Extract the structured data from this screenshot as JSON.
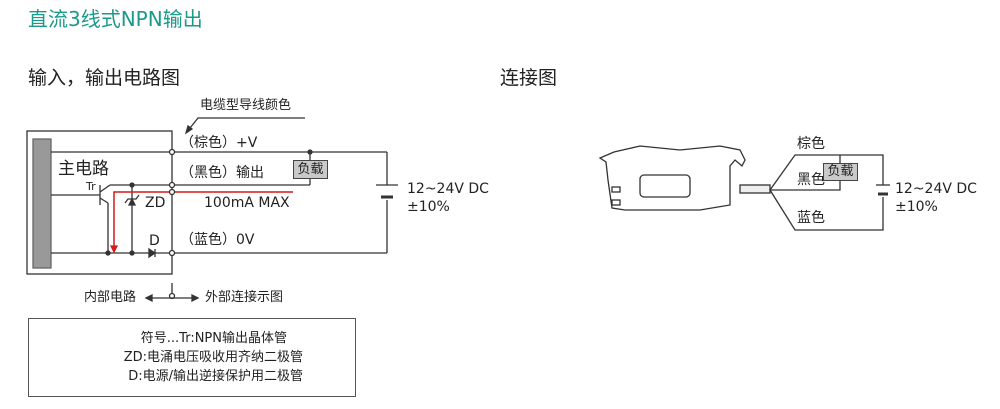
{
  "title": "直流3线式NPN输出",
  "circuit": {
    "heading": "输入，输出电路图",
    "cable_color_label": "电缆型导线颜色",
    "main_circuit": "主电路",
    "brown_label": "（棕色）+V",
    "black_label": "（黑色）输出",
    "blue_label": "（蓝色）0V",
    "load": "负载",
    "tr": "Tr",
    "zd": "ZD",
    "d": "D",
    "current": "100mA MAX",
    "supply": "12~24V DC",
    "tolerance": "±10%",
    "internal": "内部电路",
    "external": "外部连接示图",
    "current_color": "#d7191c"
  },
  "legend": {
    "line1": "符号...Tr:NPN输出晶体管",
    "line2": "ZD:电涌电压吸收用齐纳二极管",
    "line3": "D:电源/输出逆接保护用二极管"
  },
  "connection": {
    "heading": "连接图",
    "brown": "棕色",
    "black": "黑色",
    "blue": "蓝色",
    "load": "负载",
    "supply": "12~24V DC",
    "tolerance": "±10%"
  }
}
